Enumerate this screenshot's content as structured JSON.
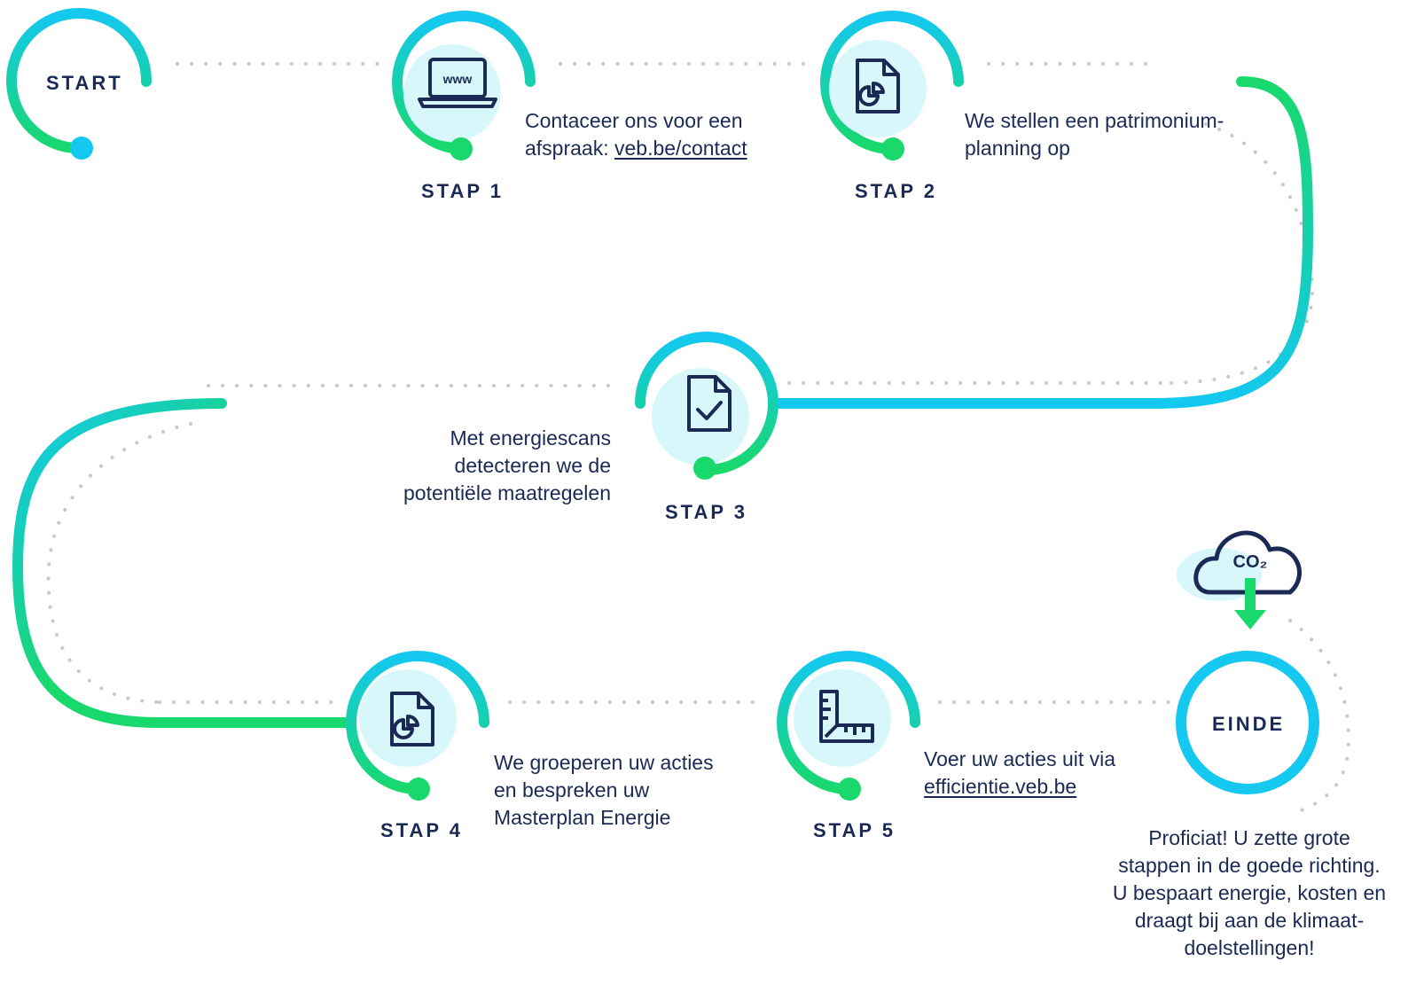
{
  "colors": {
    "blue": "#14c8f0",
    "green": "#19d86c",
    "navy": "#1b2a55",
    "light_fill": "#d8f7fb",
    "dots": "#c8c8c8"
  },
  "start": {
    "label": "START"
  },
  "steps": [
    {
      "label": "STAP 1",
      "icon": "laptop-www-icon",
      "icon_text": "www",
      "text_lines": [
        "Contaceer ons voor een",
        "afspraak: "
      ],
      "link": "veb.be/contact"
    },
    {
      "label": "STAP 2",
      "icon": "document-pie-chart-icon",
      "text_lines": [
        "We stellen een patrimonium-",
        "planning op"
      ]
    },
    {
      "label": "STAP 3",
      "icon": "document-check-icon",
      "text_lines": [
        "Met energiescans",
        "detecteren we de",
        "potentiële maatregelen"
      ]
    },
    {
      "label": "STAP 4",
      "icon": "document-pie-chart-icon",
      "text_lines": [
        "We groeperen uw acties",
        "en bespreken uw",
        "Masterplan Energie"
      ]
    },
    {
      "label": "STAP 5",
      "icon": "ruler-square-icon",
      "text_lines": [
        "Voer uw acties uit via"
      ],
      "link": "efficientie.veb.be"
    }
  ],
  "end": {
    "label": "EINDE",
    "cloud_text": "CO₂",
    "cloud_icon": "co2-cloud-down-arrow-icon",
    "text_lines": [
      "Proficiat! U zette grote",
      "stappen in de goede richting.",
      "U bespaart energie, kosten en",
      "draagt bij aan de klimaat-",
      "doelstellingen!"
    ]
  }
}
